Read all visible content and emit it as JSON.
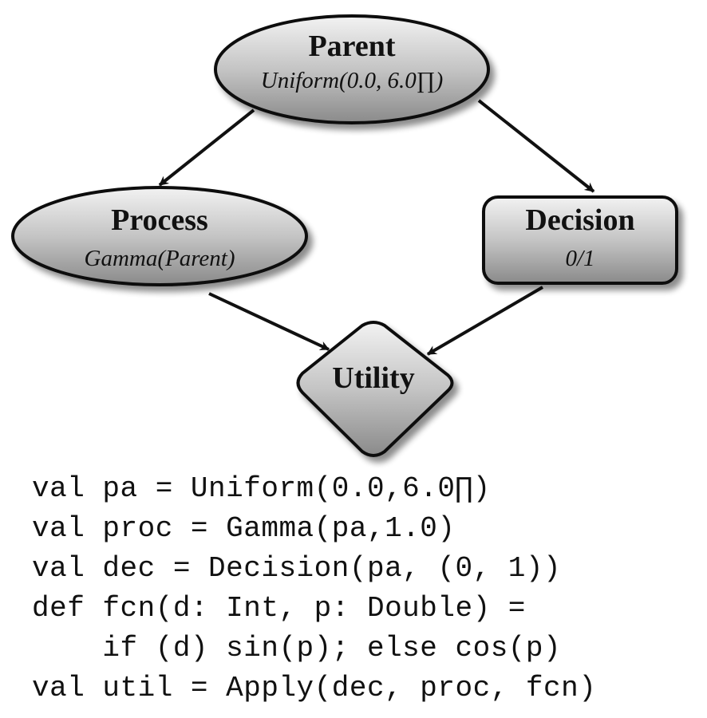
{
  "nodes": {
    "parent": {
      "title": "Parent",
      "distribution": "Uniform(0.0, 6.0∏)"
    },
    "process": {
      "title": "Process",
      "distribution": "Gamma(Parent)"
    },
    "decision": {
      "title": "Decision",
      "values": "0/1"
    },
    "utility": {
      "title": "Utility"
    }
  },
  "edges": [
    {
      "from": "Parent",
      "to": "Process"
    },
    {
      "from": "Parent",
      "to": "Decision"
    },
    {
      "from": "Process",
      "to": "Utility"
    },
    {
      "from": "Decision",
      "to": "Utility"
    }
  ],
  "code": [
    "val pa = Uniform(0.0,6.0∏)",
    "val proc = Gamma(pa,1.0)",
    "val dec = Decision(pa, (0, 1))",
    "def fcn(d: Int, p: Double) =",
    "    if (d) sin(p); else cos(p)",
    "val util = Apply(dec, proc, fcn)"
  ]
}
